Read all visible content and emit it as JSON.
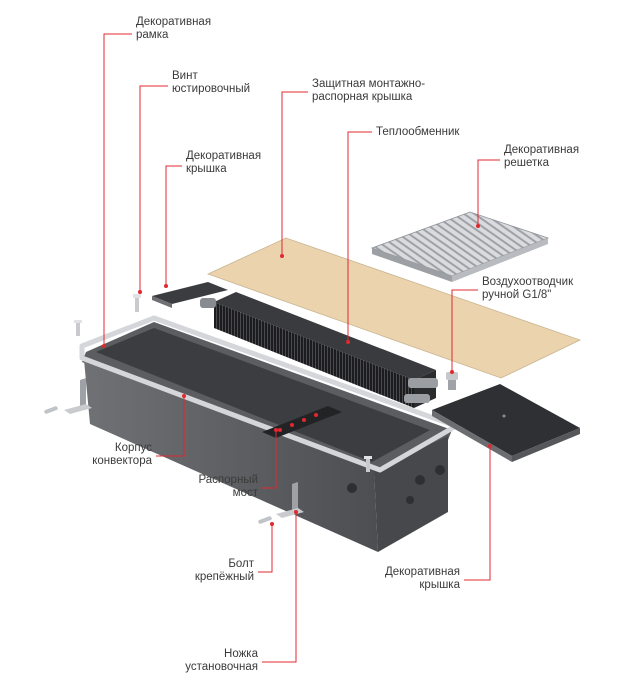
{
  "labels": {
    "frame": [
      "Декоративная",
      "рамка"
    ],
    "screw": [
      "Винт",
      "юстировочный"
    ],
    "cover_top": [
      "Декоративная",
      "крышка"
    ],
    "protective": [
      "Защитная монтажно-",
      "распорная крышка"
    ],
    "heat": [
      "Теплообменник"
    ],
    "grille": [
      "Декоративная",
      "решетка"
    ],
    "air": [
      "Воздухоотводчик",
      "ручной G1/8\""
    ],
    "body": [
      "Корпус",
      "конвектора"
    ],
    "bridge": [
      "Распорный",
      "мост"
    ],
    "bolt": [
      "Болт",
      "крепёжный"
    ],
    "cover_bot": [
      "Декоративная",
      "крышка"
    ],
    "leg": [
      "Ножка",
      "установочная"
    ]
  },
  "colors": {
    "leader": "#e0282f",
    "wood": "#ead3ad",
    "steel": "#c9cbce",
    "dark": "#2a2b2d"
  }
}
